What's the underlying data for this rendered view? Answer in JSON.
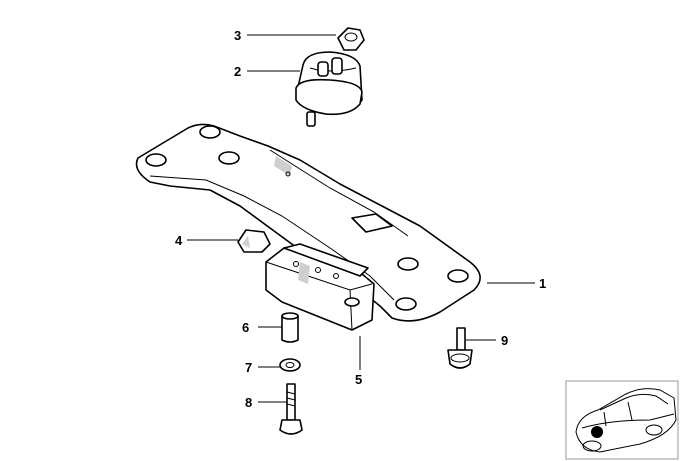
{
  "callouts": [
    {
      "id": "1",
      "label": "1"
    },
    {
      "id": "2",
      "label": "2"
    },
    {
      "id": "3",
      "label": "3"
    },
    {
      "id": "4",
      "label": "4"
    },
    {
      "id": "5",
      "label": "5"
    },
    {
      "id": "6",
      "label": "6"
    },
    {
      "id": "7",
      "label": "7"
    },
    {
      "id": "8",
      "label": "8"
    },
    {
      "id": "9",
      "label": "9"
    }
  ],
  "colors": {
    "line": "#000000",
    "background": "#ffffff",
    "thumbnail_border": "#999999",
    "marker": "#000000"
  }
}
